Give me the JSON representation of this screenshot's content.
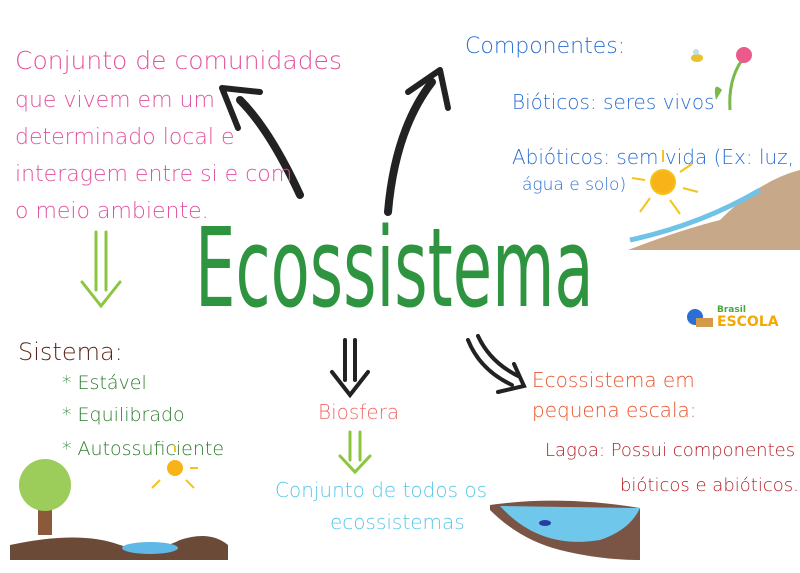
{
  "central": {
    "title": "Ecossistema"
  },
  "definition": {
    "lines": [
      "Conjunto de comunidades",
      "que vivem em um",
      "determinado local e",
      "interagem entre si e com",
      "o meio ambiente."
    ]
  },
  "sistema": {
    "title": "Sistema:",
    "items": [
      "* Estável",
      "* Equilibrado",
      "* Autossuficiente"
    ]
  },
  "componentes": {
    "title": "Componentes:",
    "bioticos": "Bióticos: seres vivos",
    "abioticos_1": "Abióticos: sem vida (Ex: luz,",
    "abioticos_2": "água e solo)"
  },
  "biosfera": {
    "title": "Biosfera",
    "lines": [
      "Conjunto de todos os",
      "ecossistemas"
    ]
  },
  "pequena_escala": {
    "title_1": "Ecossistema em",
    "title_2": "pequena escala:",
    "lagoa_1": "Lagoa: Possui componentes",
    "lagoa_2": "bióticos e abióticos."
  },
  "logo": {
    "brasil": "Brasil",
    "escola": "ESCOLA"
  },
  "colors": {
    "pink": "#e2529f",
    "blue": "#2b6fd2",
    "green": "#2f9440",
    "orange": "#e8542c",
    "red": "#b5222a",
    "cyan": "#57c6ea"
  }
}
